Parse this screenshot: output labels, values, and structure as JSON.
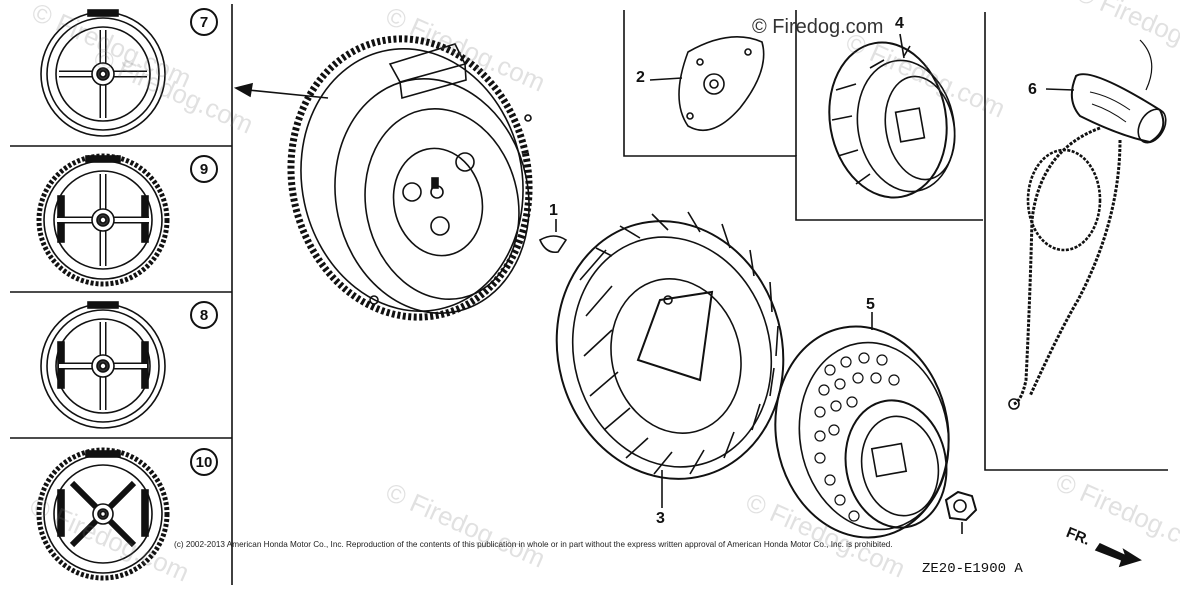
{
  "callouts": {
    "c1": "1",
    "c2": "2",
    "c3": "3",
    "c4": "4",
    "c5": "5",
    "c6": "6"
  },
  "variants": {
    "v7": "7",
    "v9": "9",
    "v8": "8",
    "v10": "10"
  },
  "copyright_text": "(c) 2002-2013 American Honda Motor Co., Inc. Reproduction of the contents of this publication in whole or in part without the express written approval of American Honda Motor Co., Inc. is prohibited.",
  "copy_mark": "© Firedog.com",
  "drawing_code": "ZE20-E1900 A",
  "front_label": "FR.",
  "watermark_text": "© Firedog.com"
}
